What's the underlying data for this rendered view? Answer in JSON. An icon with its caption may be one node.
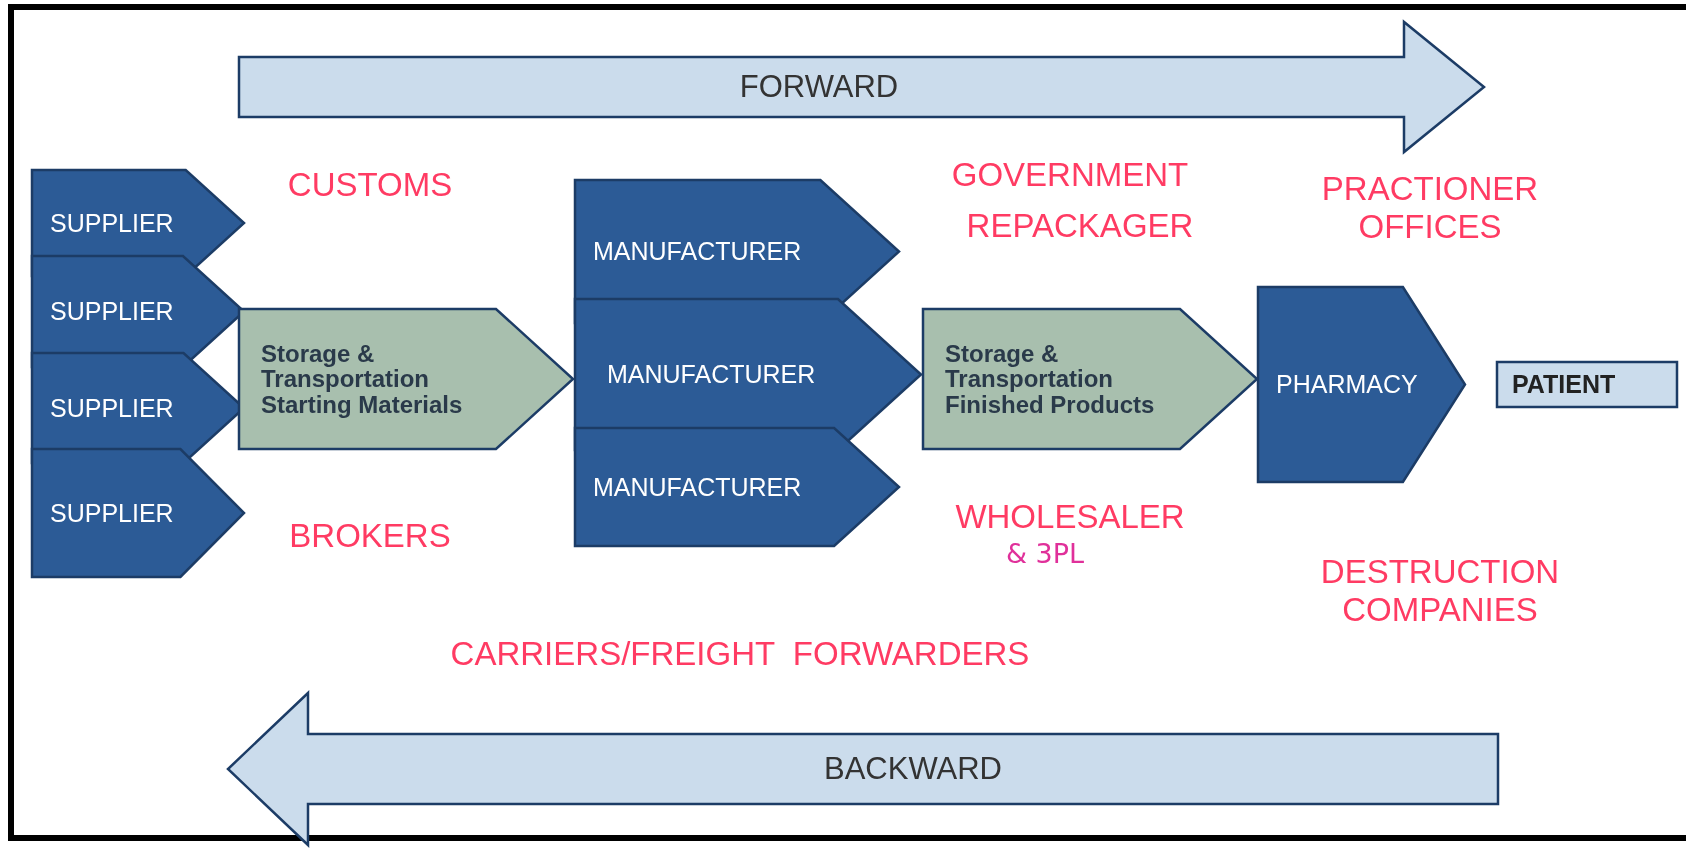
{
  "diagram": {
    "nodes": [
      {
        "text": [
          "FORWARD"
        ]
      },
      {
        "text": [
          "SUPPLIER"
        ]
      },
      {
        "text": [
          "SUPPLIER"
        ]
      },
      {
        "text": [
          "SUPPLIER"
        ]
      },
      {
        "text": [
          "SUPPLIER"
        ]
      },
      {
        "text": [
          "Storage & Transportation Starting Materials"
        ]
      },
      {
        "text": [
          "MANUFACTURER"
        ]
      },
      {
        "text": [
          "MANUFACTURER"
        ]
      },
      {
        "text": [
          "MANUFACTURER"
        ]
      },
      {
        "text": [
          "Storage & Transportation Finished Products"
        ]
      },
      {
        "text": [
          "PHARMACY"
        ]
      },
      {
        "text": [
          "PATIENT"
        ]
      },
      {
        "text": [
          "BACKWARD"
        ]
      }
    ],
    "labels": [
      "CUSTOMS",
      "GOVERNMENT",
      "REPACKAGER",
      "PRACTIONER OFFICES",
      "BROKERS",
      "WHOLESALER",
      "& 3PL",
      "DESTRUCTION COMPANIES",
      "CARRIERS/FREIGHT  FORWARDERS"
    ]
  }
}
